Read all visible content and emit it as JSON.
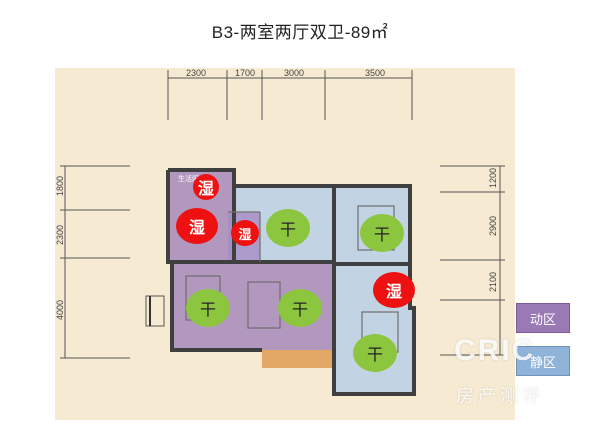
{
  "title": "B3-两室两厅双卫-89㎡",
  "dimensions": {
    "top": [
      "2300",
      "1700",
      "3000",
      "3500"
    ],
    "left": [
      "1800",
      "2300",
      "4000"
    ],
    "right": [
      "1200",
      "2900",
      "2100"
    ]
  },
  "zones": {
    "wet": "湿",
    "dry": "干"
  },
  "small_label": "生活阳台",
  "legend": {
    "dynamic": "动区",
    "quiet": "静区"
  },
  "watermark": {
    "brand": "CRIC",
    "sub": "房产测评"
  },
  "colors": {
    "wet": "#ee1111",
    "dry": "#8cc63f",
    "dynamic_zone": "#9b7bb7",
    "quiet_zone": "#8fb3d9",
    "legend": "#9a7ab5"
  }
}
